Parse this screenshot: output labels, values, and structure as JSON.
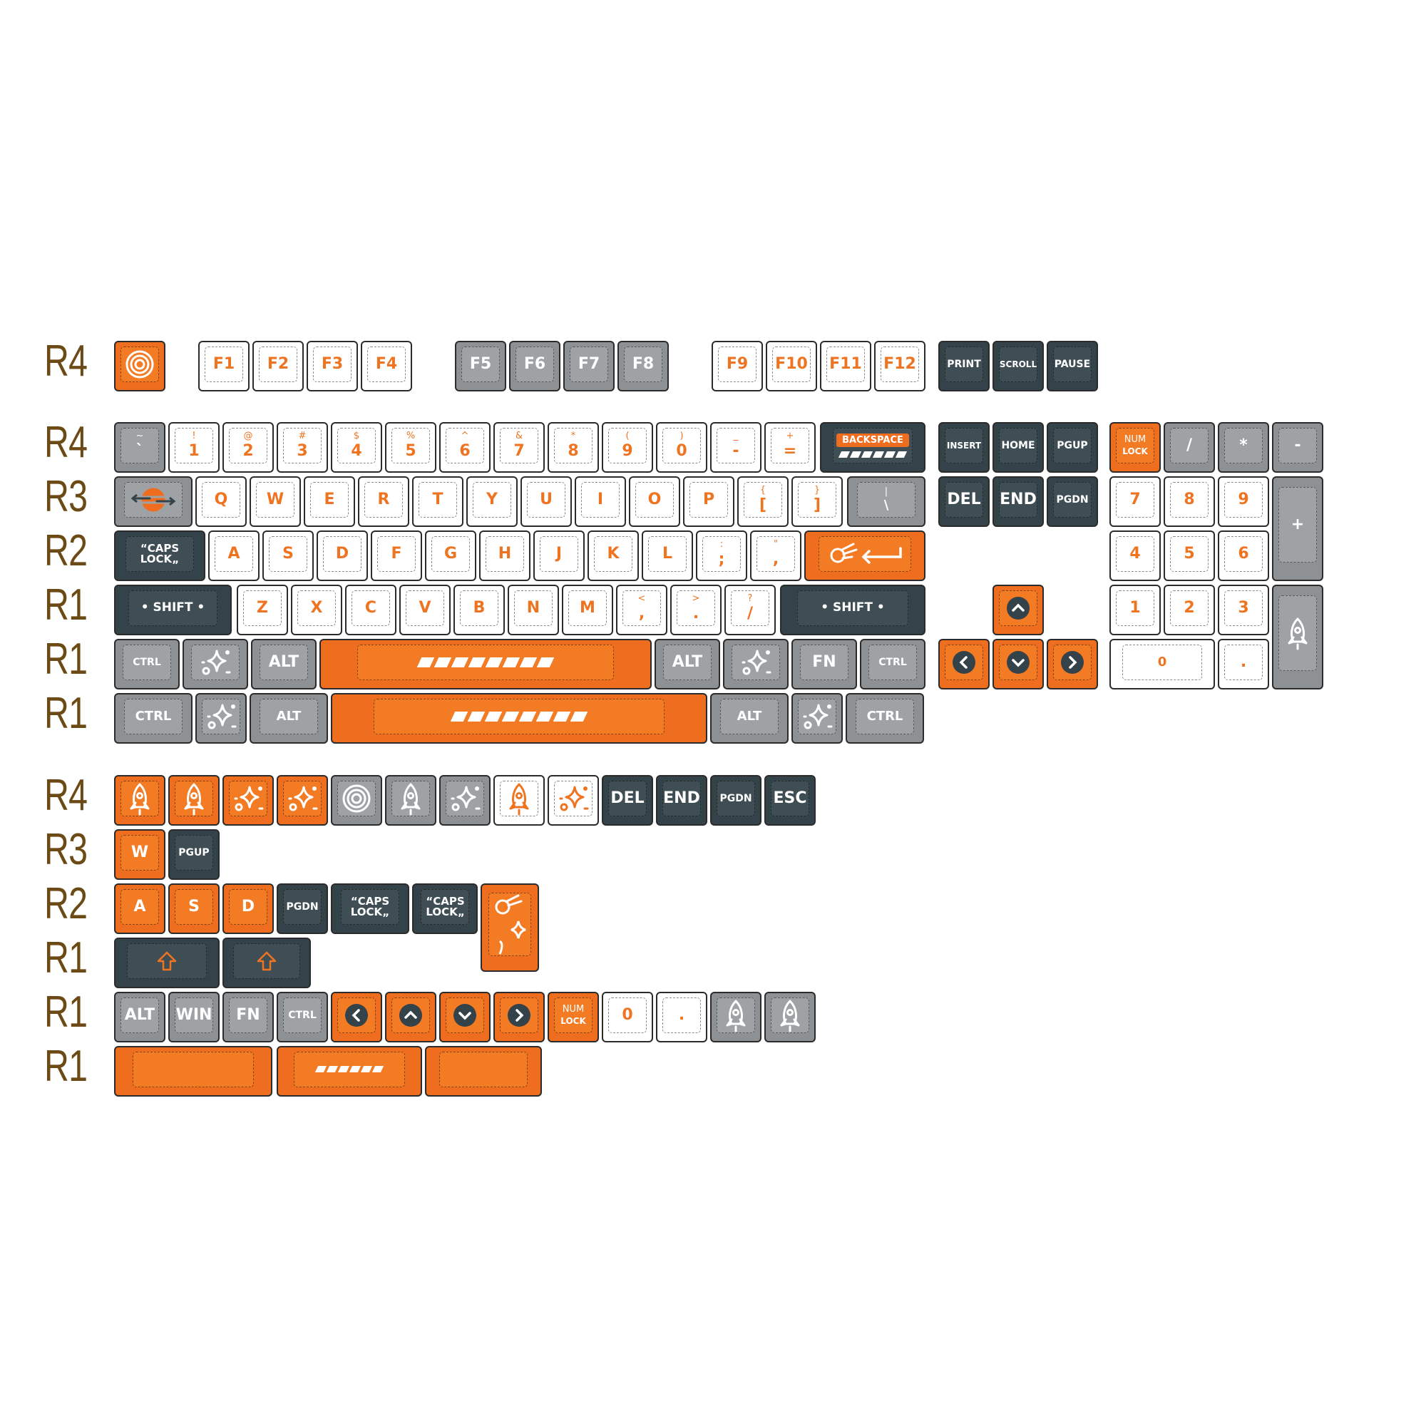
{
  "row_labels": [
    {
      "text": "R4"
    },
    {
      "text": "R4"
    },
    {
      "text": "R3"
    },
    {
      "text": "R2"
    },
    {
      "text": "R1"
    },
    {
      "text": "R1"
    },
    {
      "text": "R1"
    },
    {
      "text": "R4"
    },
    {
      "text": "R3"
    },
    {
      "text": "R2"
    },
    {
      "text": "R1"
    },
    {
      "text": "R1"
    },
    {
      "text": "R1"
    }
  ],
  "colors": {
    "orange": "#f37b24",
    "dark": "#3f4d55",
    "gray": "#9fa2a4",
    "white": "#ffffff",
    "legend_orange": "#ef7421",
    "label_brown": "#6b4a16"
  },
  "keys": [
    {
      "c": "orange",
      "icon": "target-icon"
    },
    {
      "c": "white",
      "t": "F1"
    },
    {
      "c": "white",
      "t": "F2"
    },
    {
      "c": "white",
      "t": "F3"
    },
    {
      "c": "white",
      "t": "F4"
    },
    {
      "c": "gray",
      "t": "F5"
    },
    {
      "c": "gray",
      "t": "F6"
    },
    {
      "c": "gray",
      "t": "F7"
    },
    {
      "c": "gray",
      "t": "F8"
    },
    {
      "c": "white",
      "t": "F9"
    },
    {
      "c": "white",
      "t": "F10"
    },
    {
      "c": "white",
      "t": "F11"
    },
    {
      "c": "white",
      "t": "F12"
    },
    {
      "c": "dark",
      "t": "PRINT"
    },
    {
      "c": "dark",
      "t": "SCROLL"
    },
    {
      "c": "dark",
      "t": "PAUSE"
    },
    {
      "c": "gray",
      "s": "~",
      "t": "`"
    },
    {
      "c": "white",
      "s": "!",
      "t": "1"
    },
    {
      "c": "white",
      "s": "@",
      "t": "2"
    },
    {
      "c": "white",
      "s": "#",
      "t": "3"
    },
    {
      "c": "white",
      "s": "$",
      "t": "4"
    },
    {
      "c": "white",
      "s": "%",
      "t": "5"
    },
    {
      "c": "white",
      "s": "^",
      "t": "6"
    },
    {
      "c": "white",
      "s": "&",
      "t": "7"
    },
    {
      "c": "white",
      "s": "*",
      "t": "8"
    },
    {
      "c": "white",
      "s": "(",
      "t": "9"
    },
    {
      "c": "white",
      "s": ")",
      "t": "0"
    },
    {
      "c": "white",
      "s": "_",
      "t": "-"
    },
    {
      "c": "white",
      "s": "+",
      "t": "="
    },
    {
      "c": "dark",
      "t": "BACKSPACE",
      "icon": "stripes-icon"
    },
    {
      "c": "dark",
      "t": "INSERT"
    },
    {
      "c": "dark",
      "t": "HOME"
    },
    {
      "c": "dark",
      "t": "PGUP"
    },
    {
      "c": "orange",
      "s": "NUM",
      "t": "LOCK"
    },
    {
      "c": "gray",
      "t": "/"
    },
    {
      "c": "gray",
      "t": "*"
    },
    {
      "c": "gray",
      "t": "-"
    },
    {
      "c": "gray",
      "icon": "planet-icon"
    },
    {
      "c": "white",
      "t": "Q"
    },
    {
      "c": "white",
      "t": "W"
    },
    {
      "c": "white",
      "t": "E"
    },
    {
      "c": "white",
      "t": "R"
    },
    {
      "c": "white",
      "t": "T"
    },
    {
      "c": "white",
      "t": "Y"
    },
    {
      "c": "white",
      "t": "U"
    },
    {
      "c": "white",
      "t": "I"
    },
    {
      "c": "white",
      "t": "O"
    },
    {
      "c": "white",
      "t": "P"
    },
    {
      "c": "white",
      "s": "{",
      "t": "["
    },
    {
      "c": "white",
      "s": "}",
      "t": "]"
    },
    {
      "c": "gray",
      "s": "|",
      "t": "\\"
    },
    {
      "c": "dark",
      "t": "DEL"
    },
    {
      "c": "dark",
      "t": "END"
    },
    {
      "c": "dark",
      "t": "PGDN"
    },
    {
      "c": "white",
      "t": "7"
    },
    {
      "c": "white",
      "t": "8"
    },
    {
      "c": "white",
      "t": "9"
    },
    {
      "c": "gray",
      "t": "+"
    },
    {
      "c": "dark",
      "t": "“CAPS LOCK„"
    },
    {
      "c": "white",
      "t": "A"
    },
    {
      "c": "white",
      "t": "S"
    },
    {
      "c": "white",
      "t": "D"
    },
    {
      "c": "white",
      "t": "F"
    },
    {
      "c": "white",
      "t": "G"
    },
    {
      "c": "white",
      "t": "H"
    },
    {
      "c": "white",
      "t": "J"
    },
    {
      "c": "white",
      "t": "K"
    },
    {
      "c": "white",
      "t": "L"
    },
    {
      "c": "white",
      "s": ":",
      "t": ";"
    },
    {
      "c": "white",
      "s": "\"",
      "t": ","
    },
    {
      "c": "orange",
      "icon": "enter-meteor-icon"
    },
    {
      "c": "white",
      "t": "4"
    },
    {
      "c": "white",
      "t": "5"
    },
    {
      "c": "white",
      "t": "6"
    },
    {
      "c": "dark",
      "t": "• SHIFT •"
    },
    {
      "c": "white",
      "t": "Z"
    },
    {
      "c": "white",
      "t": "X"
    },
    {
      "c": "white",
      "t": "C"
    },
    {
      "c": "white",
      "t": "V"
    },
    {
      "c": "white",
      "t": "B"
    },
    {
      "c": "white",
      "t": "N"
    },
    {
      "c": "white",
      "t": "M"
    },
    {
      "c": "white",
      "s": "<",
      "t": ","
    },
    {
      "c": "white",
      "s": ">",
      "t": "."
    },
    {
      "c": "white",
      "s": "?",
      "t": "/"
    },
    {
      "c": "dark",
      "t": "• SHIFT •"
    },
    {
      "c": "orange",
      "icon": "arrow-up-icon"
    },
    {
      "c": "white",
      "t": "1"
    },
    {
      "c": "white",
      "t": "2"
    },
    {
      "c": "white",
      "t": "3"
    },
    {
      "c": "gray",
      "icon": "rocket-icon"
    },
    {
      "c": "gray",
      "t": "CTRL"
    },
    {
      "c": "gray",
      "icon": "sparkle-icon"
    },
    {
      "c": "gray",
      "t": "ALT"
    },
    {
      "c": "orange",
      "icon": "stripes-icon"
    },
    {
      "c": "gray",
      "t": "ALT"
    },
    {
      "c": "gray",
      "icon": "sparkle-icon"
    },
    {
      "c": "gray",
      "t": "FN"
    },
    {
      "c": "gray",
      "t": "CTRL"
    },
    {
      "c": "orange",
      "icon": "arrow-left-icon"
    },
    {
      "c": "orange",
      "icon": "arrow-down-icon"
    },
    {
      "c": "orange",
      "icon": "arrow-right-icon"
    },
    {
      "c": "white",
      "t": "0"
    },
    {
      "c": "white",
      "t": "."
    },
    {
      "c": "gray",
      "t": "CTRL"
    },
    {
      "c": "gray",
      "icon": "sparkle-icon"
    },
    {
      "c": "gray",
      "t": "ALT"
    },
    {
      "c": "orange",
      "icon": "stripes-icon"
    },
    {
      "c": "gray",
      "t": "ALT"
    },
    {
      "c": "gray",
      "icon": "sparkle-icon"
    },
    {
      "c": "gray",
      "t": "CTRL"
    },
    {
      "c": "orange",
      "icon": "rocket-icon"
    },
    {
      "c": "orange",
      "icon": "rocket-icon"
    },
    {
      "c": "orange",
      "icon": "sparkle-icon"
    },
    {
      "c": "orange",
      "icon": "sparkle-icon"
    },
    {
      "c": "gray",
      "icon": "target-icon"
    },
    {
      "c": "gray",
      "icon": "rocket-icon"
    },
    {
      "c": "gray",
      "icon": "sparkle-icon"
    },
    {
      "c": "white",
      "icon": "rocket-icon"
    },
    {
      "c": "white",
      "icon": "sparkle-icon"
    },
    {
      "c": "dark",
      "t": "DEL"
    },
    {
      "c": "dark",
      "t": "END"
    },
    {
      "c": "dark",
      "t": "PGDN"
    },
    {
      "c": "dark",
      "t": "ESC"
    },
    {
      "c": "orange",
      "t": "W"
    },
    {
      "c": "dark",
      "t": "PGUP"
    },
    {
      "c": "orange",
      "t": "A"
    },
    {
      "c": "orange",
      "t": "S"
    },
    {
      "c": "orange",
      "t": "D"
    },
    {
      "c": "dark",
      "t": "PGDN"
    },
    {
      "c": "dark",
      "t": "“CAPS LOCK„"
    },
    {
      "c": "dark",
      "t": "“CAPS LOCK„"
    },
    {
      "c": "orange",
      "icon": "meteor-sparkle-icon"
    },
    {
      "c": "dark",
      "icon": "shift-arrow-icon"
    },
    {
      "c": "dark",
      "icon": "shift-arrow-icon"
    },
    {
      "c": "gray",
      "t": "ALT"
    },
    {
      "c": "gray",
      "t": "WIN"
    },
    {
      "c": "gray",
      "t": "FN"
    },
    {
      "c": "gray",
      "t": "CTRL"
    },
    {
      "c": "orange",
      "icon": "arrow-left-icon"
    },
    {
      "c": "orange",
      "icon": "arrow-up-icon"
    },
    {
      "c": "orange",
      "icon": "arrow-down-icon"
    },
    {
      "c": "orange",
      "icon": "arrow-right-icon"
    },
    {
      "c": "orange",
      "s": "NUM",
      "t": "LOCK"
    },
    {
      "c": "white",
      "t": "0"
    },
    {
      "c": "white",
      "t": "."
    },
    {
      "c": "gray",
      "icon": "rocket-icon"
    },
    {
      "c": "gray",
      "icon": "rocket-icon"
    },
    {
      "c": "orange"
    },
    {
      "c": "orange",
      "icon": "stripes-icon"
    },
    {
      "c": "orange"
    }
  ]
}
